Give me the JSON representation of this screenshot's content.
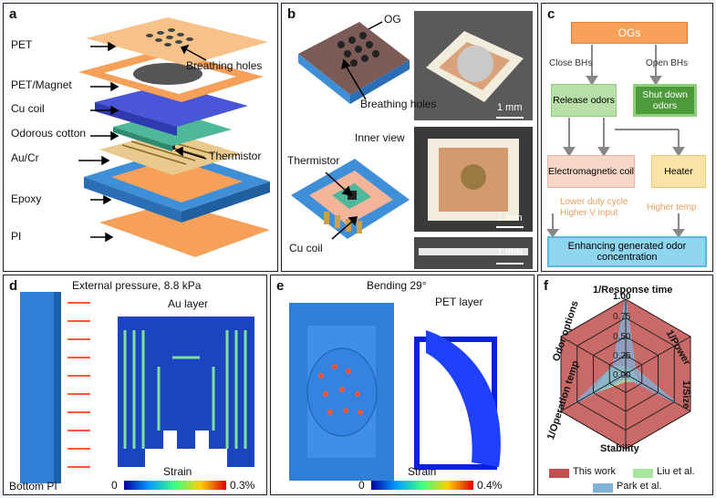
{
  "panels": {
    "a": "a",
    "b": "b",
    "c": "c",
    "d": "d",
    "e": "e",
    "f": "f"
  },
  "a": {
    "pet": "PET",
    "breathing_holes": "Breathing holes",
    "pet_magnet": "PET/Magnet",
    "cu_coil": "Cu coil",
    "odorous_cotton": "Odorous cotton",
    "au_cr": "Au/Cr",
    "thermistor": "Thermistor",
    "epoxy": "Epoxy",
    "pi": "PI"
  },
  "b": {
    "og": "OG",
    "breathing_holes": "Breathing holes",
    "inner_view": "Inner view",
    "thermistor": "Thermistor",
    "cu_coil": "Cu coil",
    "scale1": "1 mm",
    "scale2": "1 mm",
    "scale3": "1 mm"
  },
  "c": {
    "ogs": "OGs",
    "close_bhs": "Close BHs",
    "open_bhs": "Open BHs",
    "release_odors": "Release odors",
    "shut_down_odors": "Shut down odors",
    "electromagnetic_coil": "Electromagnetic coil",
    "heater": "Heater",
    "lower_duty": "Lower duty cycle",
    "higher_v": "Higher V input",
    "higher_temp": "Higher temp",
    "enhancing": "Enhancing generated odor concentration"
  },
  "d": {
    "title": "External pressure, 8.8 kPa",
    "layer": "Au layer",
    "strain": "Strain",
    "min": "0",
    "max": "0.3%",
    "bottom": "Bottom PI"
  },
  "e": {
    "title": "Bending 29°",
    "layer": "PET layer",
    "strain": "Strain",
    "min": "0",
    "max": "0.4%"
  },
  "f": {
    "axes": {
      "response": "1/Response time",
      "power": "1/Power",
      "size": "1/Size",
      "stability": "Stability",
      "operation": "1/Operation temp",
      "odor": "Odor options"
    },
    "ticks": [
      "1.00",
      "0.75",
      "0.50",
      "0.25",
      "0.00"
    ],
    "legend": {
      "this_work": "This work",
      "liu": "Liu et al.",
      "park": "Park et al."
    }
  },
  "colors": {
    "orange": "#f7a05a",
    "blue": "#3f8fd8",
    "green": "#8fce7a",
    "darkgreen": "#4c9a3a",
    "pink": "#f4c7b4",
    "yellow": "#fbe2a6",
    "cyan": "#8fd5ee",
    "radar_red": "#c0504d",
    "radar_green": "#a8e6a0",
    "radar_blue": "#7fb2d8"
  },
  "chart_data": {
    "type": "radar",
    "axes": [
      "1/Response time",
      "1/Power",
      "1/Size",
      "Stability",
      "1/Operation temp",
      "Odor options"
    ],
    "range": [
      0,
      1
    ],
    "ticks": [
      0,
      0.25,
      0.5,
      0.75,
      1.0
    ],
    "series": [
      {
        "name": "This work",
        "values": [
          1.0,
          1.0,
          1.0,
          1.0,
          1.0,
          1.0
        ]
      },
      {
        "name": "Liu et al.",
        "values": [
          0.1,
          0.1,
          0.2,
          0.1,
          0.55,
          0.2
        ]
      },
      {
        "name": "Park et al.",
        "values": [
          1.0,
          0.15,
          0.8,
          0.05,
          0.8,
          0.2
        ]
      }
    ],
    "legend": "bottom"
  }
}
